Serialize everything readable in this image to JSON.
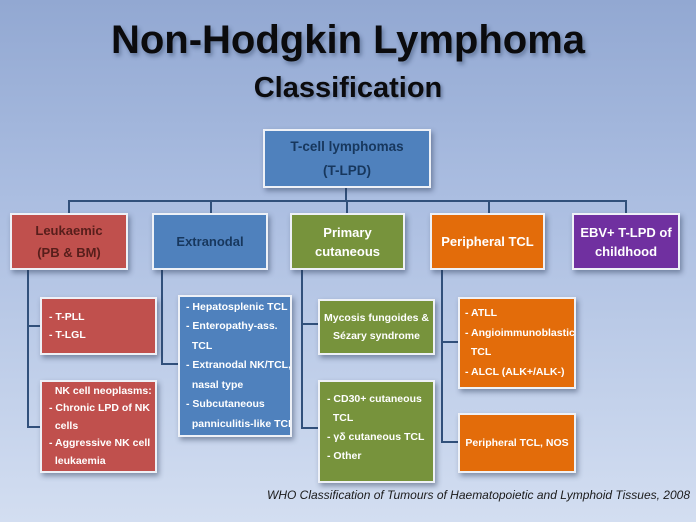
{
  "slide": {
    "title_line1": "Non-Hodgkin Lymphoma",
    "title_line2": "Classification",
    "citation": "WHO Classification of Tumours of Haematopoietic and Lymphoid Tissues, 2008"
  },
  "tree": {
    "root": "T-cell lymphomas\n(T-LPD)",
    "leukaemic": {
      "label": "Leukaemic\n(PB & BM)",
      "sub1": "- T-PLL\n- T-LGL",
      "sub2": "  NK cell neoplasms:\n- Chronic LPD of NK\n  cells\n- Aggressive NK cell\n  leukaemia"
    },
    "extranodal": {
      "label": "Extranodal",
      "sub1": "- Hepatosplenic TCL\n- Enteropathy-ass.\n  TCL\n- Extranodal NK/TCL,\n  nasal type\n- Subcutaneous\n  panniculitis-like TCL"
    },
    "primary_cutaneous": {
      "label": "Primary\ncutaneous",
      "sub1": "Mycosis fungoides &\nSézary syndrome",
      "sub2": "- CD30+ cutaneous\n  TCL\n- γδ cutaneous TCL\n- Other"
    },
    "peripheral_tcl": {
      "label": "Peripheral TCL",
      "sub1": "- ATLL\n- Angioimmunoblastic\n  TCL\n- ALCL (ALK+/ALK-)",
      "sub2": "Peripheral TCL, NOS"
    },
    "ebv": {
      "label": "EBV+ T-LPD of\nchildhood"
    }
  },
  "colors": {
    "box_red": "#C0504D",
    "box_blue": "#4F81BD",
    "box_green": "#77933C",
    "box_orange": "#E36C0A",
    "box_purple": "#7030A0",
    "connector": "#31507B",
    "red_header_text": "#571E1B",
    "blue_header_text": "#17375D",
    "background_top": "#92A8D2",
    "background_bottom": "#D3DEF1"
  }
}
